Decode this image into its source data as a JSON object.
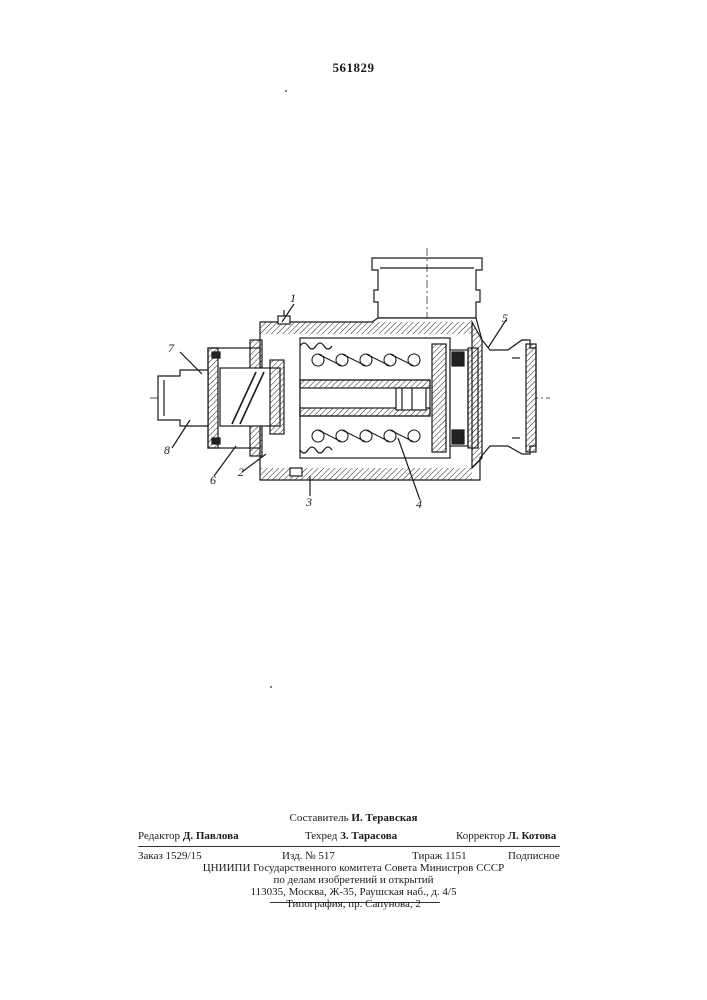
{
  "header": {
    "patent_number": "561829"
  },
  "figure": {
    "callouts": [
      "1",
      "2",
      "3",
      "4",
      "5",
      "6",
      "7",
      "8"
    ]
  },
  "imprint": {
    "compiler_prefix": "Составитель",
    "compiler_name": "И. Теравская",
    "editor_prefix": "Редактор",
    "editor_name": "Д. Павлова",
    "techred_prefix": "Техред",
    "techred_name": "З. Тарасова",
    "corrector_prefix": "Корректор",
    "corrector_name": "Л. Котова",
    "order": "Заказ  1529/15",
    "edition": "Изд.  №  517",
    "circulation": "Тираж  1151",
    "subscription": "Подписное",
    "org_line1": "ЦНИИПИ  Государственного  комитета  Совета  Министров  СССР",
    "org_line2": "по делам изобретений и открытий",
    "org_line3": "113035,  Москва,  Ж-35,  Раушская  наб.,  д.  4/5",
    "printer": "Типография,  пр.  Сапунова,  2"
  }
}
